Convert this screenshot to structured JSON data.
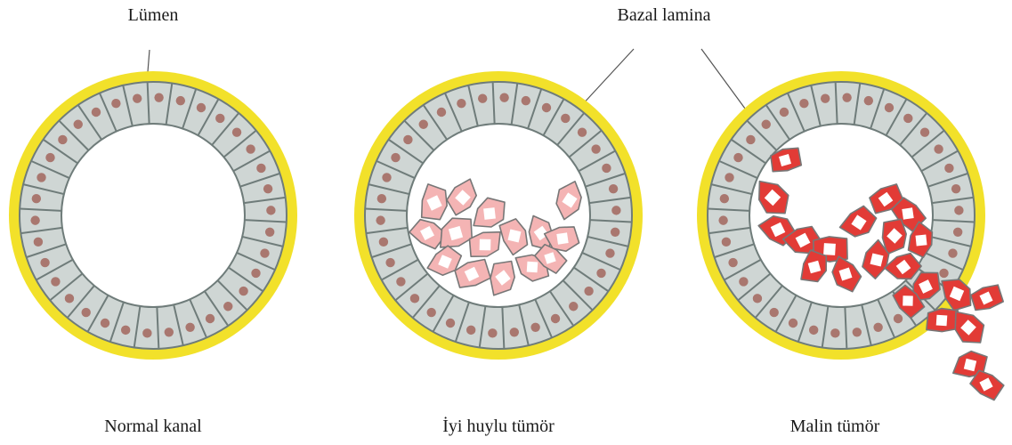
{
  "labels": {
    "lumen": "Lümen",
    "basal_lamina": "Bazal lamina",
    "normal_duct": "Normal kanal",
    "benign_tumor": "İyi huylu tümör",
    "malignant_tumor": "Malin tümör"
  },
  "colors": {
    "basal_lamina": "#f2e12a",
    "epithelial_cell": "#cfd6d4",
    "cell_border": "#6f7c7a",
    "nucleus": "#a9776f",
    "benign_cell": "#f4b4b4",
    "malignant_cell": "#e23b36"
  }
}
